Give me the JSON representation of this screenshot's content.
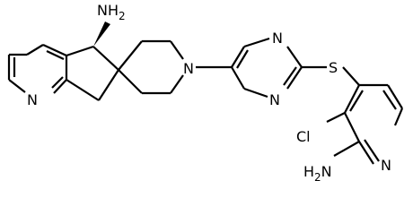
{
  "molecule": {
    "atoms": {
      "amine_top": "NH",
      "amine_top_sub": "2",
      "pyridine_n_left": "N",
      "piperidine_n": "N",
      "pyrazine_n_top": "N",
      "pyrazine_n_bottom": "N",
      "sulfur": "S",
      "chlorine": "Cl",
      "pyridine_n_right": "N",
      "amine_bottom": "H",
      "amine_bottom_sub": "2",
      "amine_bottom_n": "N"
    }
  }
}
